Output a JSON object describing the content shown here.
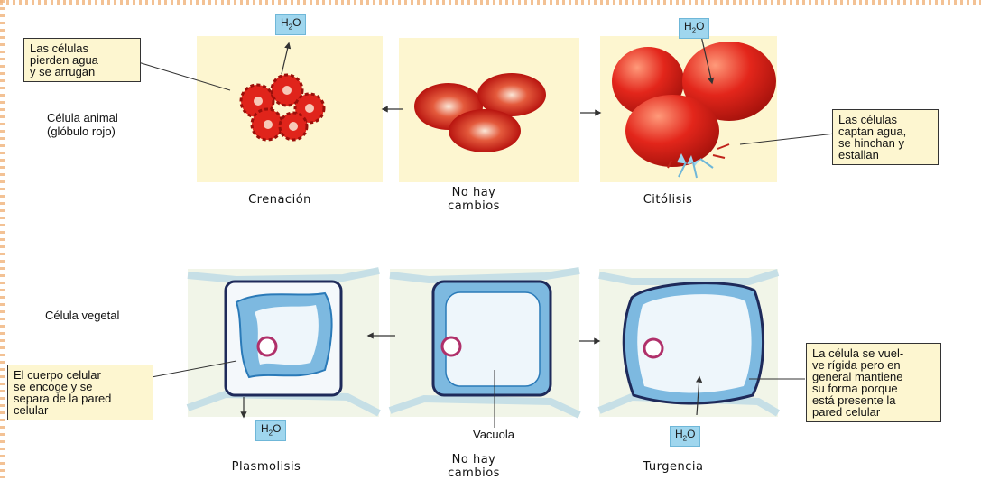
{
  "rows": {
    "animal": {
      "label": "Célula animal\n(glóbulo rojo)"
    },
    "vegetal": {
      "label": "Célula vegetal"
    }
  },
  "captions": {
    "crenacion": "Crenación",
    "no_cambios_top": "No hay\ncambios",
    "citolisis": "Citólisis",
    "plasmolisis": "Plasmolisis",
    "no_cambios_bottom": "No hay\ncambios",
    "turgencia": "Turgencia"
  },
  "callouts": {
    "pierden_agua": "Las células\npierden agua\ny se arrugan",
    "captan_agua": "Las células\ncaptan agua,\nse hinchan y\nestallan",
    "cuerpo_encoge": "El cuerpo celular\nse encoge y se\nsepara de la pared\ncelular",
    "rigida": "La célula se vuel-\nve rígida pero en\ngeneral mantiene\nsu forma porque\nestá presente la\npared celular"
  },
  "water": {
    "main": "H",
    "sub": "2",
    "end": "O"
  },
  "vacuola_label": "Vacuola",
  "colors": {
    "panel": "#fdf6d0",
    "blood": "#d9241c",
    "membrane": "#5aa8d6",
    "vacuole": "#eef6fb",
    "wall": "#c6dfe6",
    "label_box": "#9fd6ee"
  }
}
